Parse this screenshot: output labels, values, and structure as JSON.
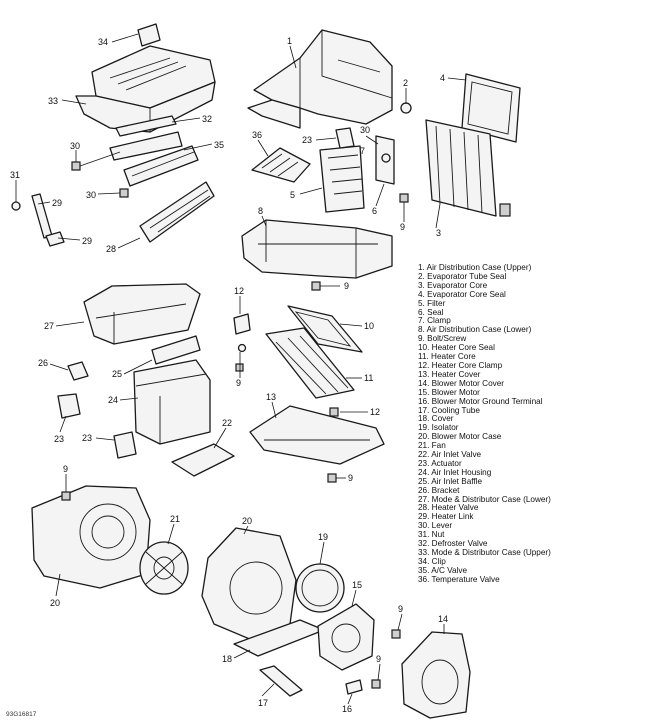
{
  "legend": [
    "1. Air Distribution Case (Upper)",
    "2. Evaporator Tube Seal",
    "3. Evaporator Core",
    "4. Evaporator Core Seal",
    "5. Filter",
    "6. Seal",
    "7. Clamp",
    "8. Air Distribution Case (Lower)",
    "9. Bolt/Screw",
    "10. Heater Core Seal",
    "11. Heater Core",
    "12. Heater Core Clamp",
    "13. Heater Cover",
    "14. Blower Motor Cover",
    "15. Blower Motor",
    "16. Blower Motor Ground Terminal",
    "17. Cooling Tube",
    "18. Cover",
    "19. Isolator",
    "20. Blower Motor Case",
    "21. Fan",
    "22. Air Inlet Valve",
    "23. Actuator",
    "24. Air Inlet Housing",
    "25. Air Inlet Baffle",
    "26. Bracket",
    "27. Mode & Distributor Case (Lower)",
    "28. Heater Valve",
    "29. Heater Link",
    "30. Lever",
    "31. Nut",
    "32. Defroster Valve",
    "33. Mode & Distributor Case (Upper)",
    "34. Clip",
    "35. A/C Valve",
    "36. Temperature Valve"
  ],
  "callouts": {
    "c1": "1",
    "c2": "2",
    "c3": "3",
    "c4": "4",
    "c5": "5",
    "c6": "6",
    "c7": "7",
    "c8": "8",
    "c9a": "9",
    "c9b": "9",
    "c9c": "9",
    "c9d": "9",
    "c9e": "9",
    "c9f": "9",
    "c9g": "9",
    "c10": "10",
    "c11": "11",
    "c12a": "12",
    "c12b": "12",
    "c13": "13",
    "c14": "14",
    "c15": "15",
    "c16": "16",
    "c17": "17",
    "c18": "18",
    "c19": "19",
    "c20a": "20",
    "c20b": "20",
    "c21": "21",
    "c22": "22",
    "c23a": "23",
    "c23b": "23",
    "c23c": "23",
    "c24": "24",
    "c25": "25",
    "c26": "26",
    "c27": "27",
    "c28": "28",
    "c29a": "29",
    "c29b": "29",
    "c30a": "30",
    "c30b": "30",
    "c30c": "30",
    "c31": "31",
    "c32": "32",
    "c33": "33",
    "c34": "34",
    "c35": "35",
    "c36": "36"
  },
  "figure_code": "93G16817"
}
